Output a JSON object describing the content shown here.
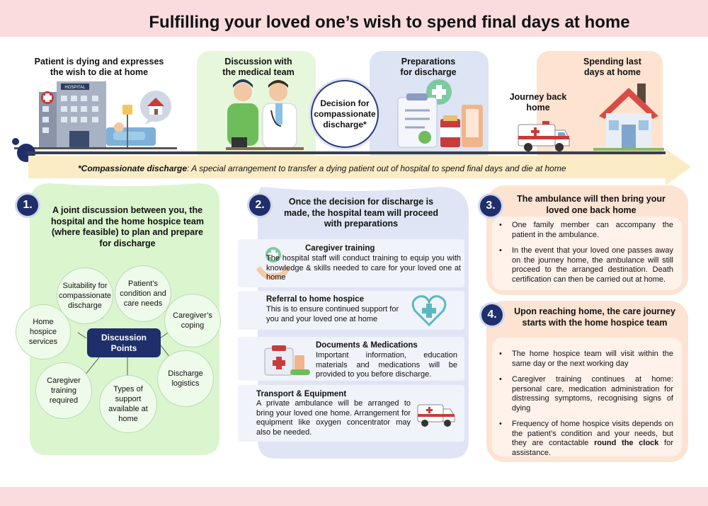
{
  "title": "Fulfilling your loved one’s wish to spend final days at home",
  "timeline": {
    "stage1": {
      "line1": "Patient is dying and expresses",
      "line2": "the wish to die at home",
      "sign": "HOSPITAL"
    },
    "stage2": {
      "line1": "Discussion with",
      "line2": "the medical team"
    },
    "decision": {
      "line1": "Decision for",
      "line2": "compassionate",
      "line3": "discharge*"
    },
    "stage3": {
      "line1": "Preparations",
      "line2": "for discharge"
    },
    "journey": {
      "line1": "Journey back",
      "line2": "home"
    },
    "stage4": {
      "line1": "Spending last",
      "line2": "days at home"
    },
    "footnote_term": "*Compassionate discharge",
    "footnote_text": ": A special arrangement to transfer a dying patient out of hospital to spend final days and die at home"
  },
  "section1": {
    "number": "1.",
    "title": {
      "l1": "A joint discussion between you, the",
      "l2": "hospital and the home hospice team",
      "l3": "(where feasible) to plan and prepare",
      "l4": "for discharge"
    },
    "center": {
      "l1": "Discussion",
      "l2": "Points"
    },
    "bubbles": {
      "b1": "Suitability for compassionate discharge",
      "b2": "Patient’s condition and care needs",
      "b3": "Caregiver’s coping",
      "b4": "Home hospice services",
      "b5": "Discharge logistics",
      "b6": "Caregiver training required",
      "b7": "Types of support available at home"
    }
  },
  "section2": {
    "number": "2.",
    "title": {
      "l1": "Once the decision for discharge is",
      "l2": "made, the hospital team will proceed",
      "l3": "with preparations"
    },
    "items": [
      {
        "heading": "Caregiver training",
        "text": "The hospital staff will conduct training to equip you with knowledge & skills needed to care for your loved one at home"
      },
      {
        "heading": "Referral to home hospice",
        "text": "This is to ensure continued support for you and your loved one at home"
      },
      {
        "heading": "Documents & Medications",
        "text": "Important information, education materials and medications will be provided to you before discharge."
      },
      {
        "heading": "Transport & Equipment",
        "text": "A private ambulance will be arranged to bring your loved one home. Arrangement for equipment like oxygen concentrator may also be needed."
      }
    ]
  },
  "section3": {
    "number": "3.",
    "title": {
      "l1": "The ambulance will then bring your",
      "l2": "loved one back home"
    },
    "bullets": [
      "One family member can accompany the patient in the ambulance.",
      "In the event that your loved one passes away on the journey home, the ambulance will still proceed to the arranged destination. Death certification can then be carried out at home."
    ]
  },
  "section4": {
    "number": "4.",
    "title": {
      "l1": "Upon reaching home, the care journey",
      "l2": "starts with the home hospice team"
    },
    "bullets": [
      "The home hospice team will visit within the same day or the next working day",
      "Caregiver training continues at home: personal care, medication administration for distressing symptoms, recognising signs of dying"
    ],
    "bullet3_pre": "Frequency of home hospice visits depends on the patient’s condition and your needs, but they are contactable ",
    "bullet3_bold": "round the clock",
    "bullet3_post": " for assistance."
  }
}
